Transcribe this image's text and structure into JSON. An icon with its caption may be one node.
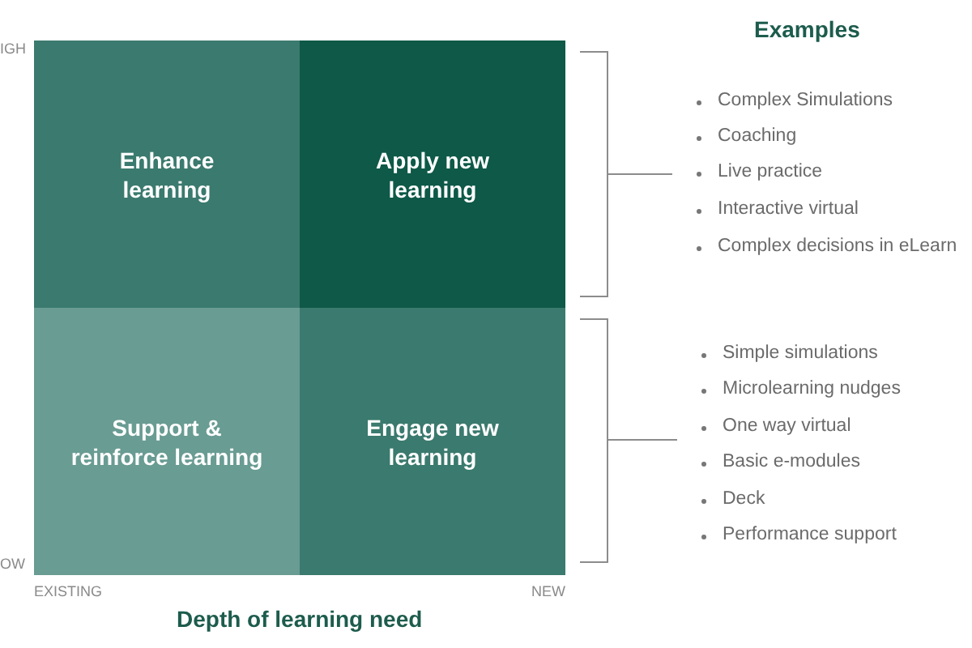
{
  "diagram": {
    "nodes": [
      {
        "text": [
          "Enhance learning"
        ]
      },
      {
        "text": [
          "Apply new learning"
        ]
      },
      {
        "text": [
          "Support & reinforce learning"
        ]
      },
      {
        "text": [
          "Engage new learning"
        ]
      }
    ],
    "labels": [
      "Examples",
      "IGH",
      "Complex Simulations",
      "Coaching",
      "Live practice",
      "Interactive virtual",
      "Complex decisions in eLearn",
      "Simple simulations",
      "Microlearning nudges",
      "One way virtual",
      "Basic e-modules",
      "Deck",
      "Performance support",
      "OW",
      "EXISTING",
      "NEW",
      "Depth of learning need"
    ]
  }
}
